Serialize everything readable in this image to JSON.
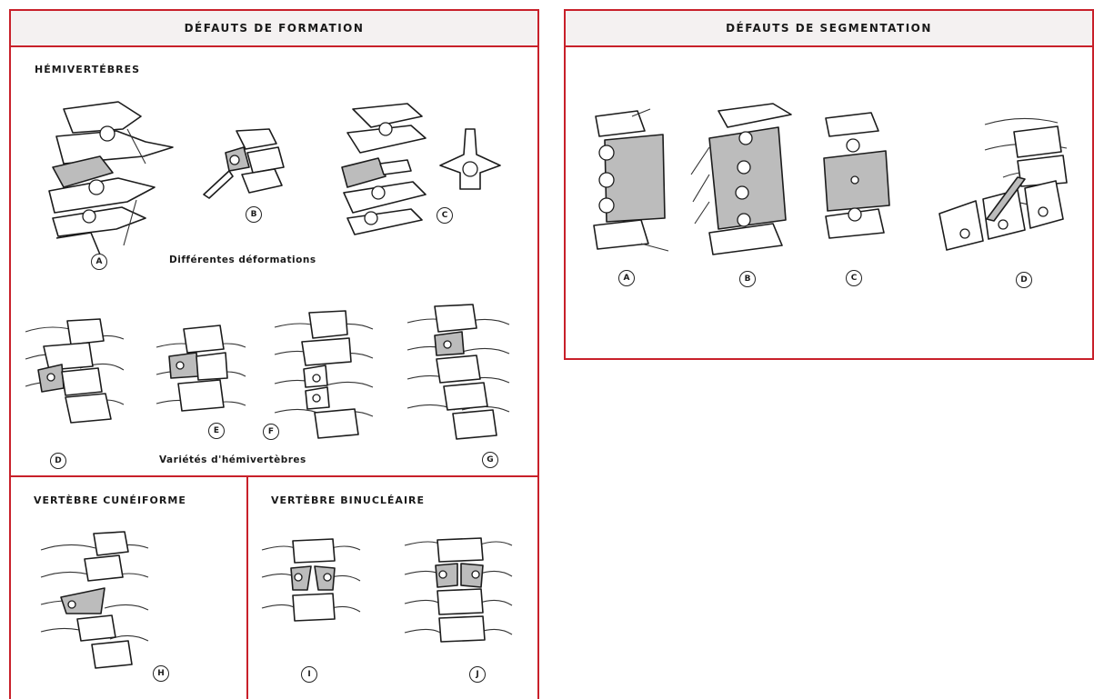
{
  "formation": {
    "header": "DÉFAUTS DE FORMATION",
    "hemi_title": "HÉMIVERTÉBRES",
    "caption_deformations": "Différentes déformations",
    "caption_varieties": "Variétés d'hémivertèbres",
    "labels": [
      "A",
      "B",
      "C",
      "D",
      "E",
      "F",
      "G"
    ]
  },
  "cuneiform": {
    "title": "VERTÈBRE CUNÉIFORME",
    "label": "H"
  },
  "binuclear": {
    "title": "VERTÈBRE BINUCLÉAIRE",
    "labels": [
      "I",
      "J"
    ]
  },
  "segmentation": {
    "header": "DÉFAUTS DE SEGMENTATION",
    "labels": [
      "A",
      "B",
      "C",
      "D"
    ]
  },
  "colors": {
    "border": "#c8202a",
    "header_bg": "#f4f1f1",
    "shading": "#bcbcbc"
  }
}
